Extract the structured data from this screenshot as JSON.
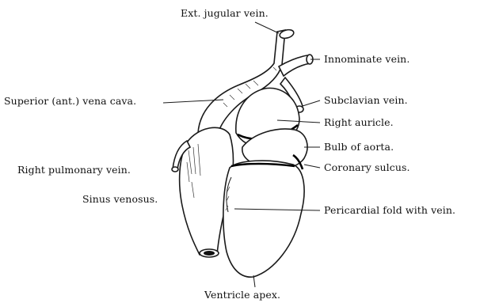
{
  "labels": {
    "ext_jugular": "Ext. jugular vein.",
    "innominate": "Innominate vein.",
    "superior_vena_cava": "Superior (ant.) vena cava.",
    "subclavian": "Subclavian vein.",
    "right_auricle": "Right auricle.",
    "bulb_aorta": "Bulb of aorta.",
    "right_pulmonary": "Right pulmonary vein.",
    "coronary_sulcus": "Coronary sulcus.",
    "sinus_venosus": "Sinus venosus.",
    "pericardial_fold": "Pericardial fold with vein.",
    "ventricle_apex": "Ventricle apex."
  }
}
